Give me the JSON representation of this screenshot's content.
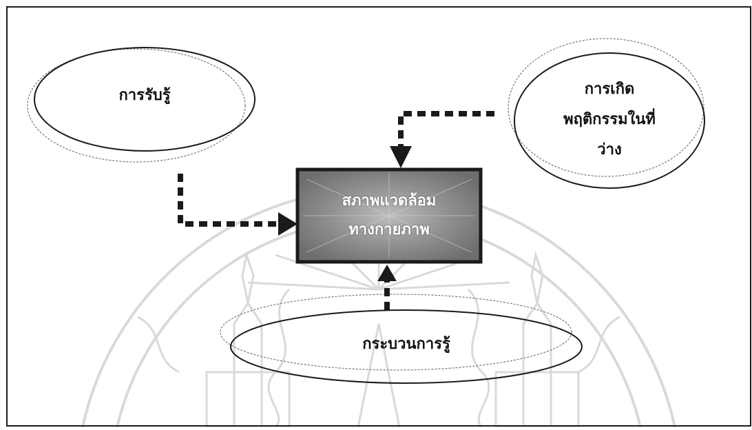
{
  "diagram": {
    "nodes": {
      "perception": {
        "label": "การรับรู้"
      },
      "spatial_behavior": {
        "lines": [
          "การเกิด",
          "พฤติกรรมในที่",
          "ว่าง"
        ]
      },
      "physical_environment": {
        "lines": [
          "สภาพแวดล้อม",
          "ทางกายภาพ"
        ]
      },
      "cognition": {
        "label": "กระบวนการรู้"
      }
    },
    "edges": [
      {
        "from": "perception",
        "to": "physical_environment",
        "style": "dashed-arrow"
      },
      {
        "from": "spatial_behavior",
        "to": "physical_environment",
        "style": "dashed-arrow"
      },
      {
        "from": "cognition",
        "to": "physical_environment",
        "style": "dashed-arrow"
      }
    ],
    "watermark": {
      "type": "university-seal",
      "color": "#d9d9d9"
    }
  }
}
